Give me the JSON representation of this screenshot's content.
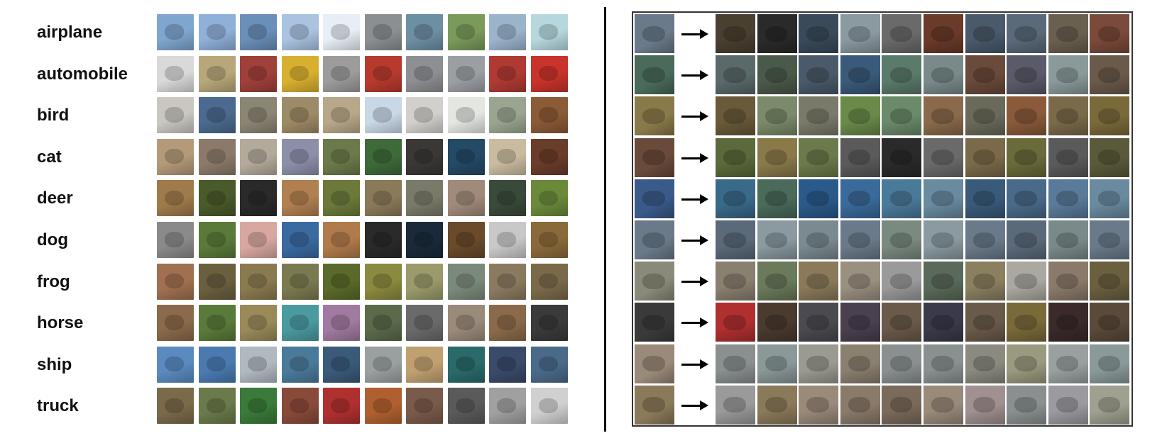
{
  "left_panel": {
    "classes": [
      "airplane",
      "automobile",
      "bird",
      "cat",
      "deer",
      "dog",
      "frog",
      "horse",
      "ship",
      "truck"
    ],
    "samples_per_class": 10,
    "palette": {
      "airplane": [
        "#7fa6cf",
        "#8fb0d8",
        "#6a8fb8",
        "#a9c3e0",
        "#e7eef5",
        "#8b8f92",
        "#6d8fa3",
        "#7a9a5b",
        "#9bb4cc",
        "#b7d7df"
      ],
      "automobile": [
        "#d9d9d9",
        "#b8a77a",
        "#a0403a",
        "#d8b030",
        "#9c9c9c",
        "#b83a2e",
        "#8d8f93",
        "#9b9fa3",
        "#b03a33",
        "#c8332b"
      ],
      "bird": [
        "#c9c7c0",
        "#4c6a8f",
        "#8b8574",
        "#9d8a66",
        "#b8a889",
        "#c9d8e6",
        "#d2d0cc",
        "#e4e6e2",
        "#9aa591",
        "#8b5a36"
      ],
      "cat": [
        "#b39a78",
        "#8b7a6a",
        "#b3aa9b",
        "#8c8fa8",
        "#6b7a4a",
        "#3e6a3a",
        "#3a3735",
        "#244a66",
        "#c9bba0",
        "#6a3c2a"
      ],
      "deer": [
        "#a07a4a",
        "#4a5a2a",
        "#2a2a2a",
        "#b08050",
        "#6b7a3a",
        "#8a7a5a",
        "#7a7a6a",
        "#a08a7a",
        "#3a4a3a",
        "#6a8a3a"
      ],
      "dog": [
        "#8a8a8a",
        "#5a7a3a",
        "#d8a8a0",
        "#3a6aa0",
        "#b07a4a",
        "#2a2a2a",
        "#1a2a3a",
        "#6a4a2a",
        "#c8c8c8",
        "#8a6a3a"
      ],
      "frog": [
        "#a07050",
        "#6a6040",
        "#8a7a50",
        "#7a7a50",
        "#5a6a2a",
        "#8a8a40",
        "#9a9a6a",
        "#7a8a7a",
        "#8a7a60",
        "#7a6a4a"
      ],
      "horse": [
        "#8a6a4a",
        "#5a7a3a",
        "#9a8a5a",
        "#4a9aa0",
        "#a07aa0",
        "#5a6a4a",
        "#6a6a6a",
        "#9a8a7a",
        "#8a6a4a",
        "#3a3a3a"
      ],
      "ship": [
        "#5a8ac0",
        "#4a7ab0",
        "#b0b8c0",
        "#4a7a9a",
        "#3a5a7a",
        "#9aa0a0",
        "#c0a070",
        "#2a6a6a",
        "#3a4a6a",
        "#4a6a8a"
      ],
      "truck": [
        "#7a6a4a",
        "#6a7a4a",
        "#3a7a3a",
        "#8a4a3a",
        "#b03030",
        "#b06030",
        "#7a5a4a",
        "#5a5a5a",
        "#a0a0a0",
        "#d0d0d0"
      ]
    }
  },
  "right_panel": {
    "rows": 10,
    "outputs_per_row": 10,
    "palette": [
      {
        "input": "#6a7a8a",
        "outputs": [
          "#4a4030",
          "#2a2a2a",
          "#3a4a5a",
          "#8a9aa0",
          "#6a6a6a",
          "#6a3a2a",
          "#4a5a6a",
          "#5a6a7a",
          "#6a6050",
          "#7a4a3a"
        ]
      },
      {
        "input": "#4a6a5a",
        "outputs": [
          "#5a6a6a",
          "#4a5a4a",
          "#4a5a6a",
          "#3a5a7a",
          "#5a7a6a",
          "#7a8a8a",
          "#6a4a3a",
          "#5a5a6a",
          "#8a9a9a",
          "#6a5a4a"
        ]
      },
      {
        "input": "#8a7a4a",
        "outputs": [
          "#6a5a3a",
          "#7a8a6a",
          "#7a7a6a",
          "#6a8a4a",
          "#6a8a6a",
          "#8a6a4a",
          "#6a6a5a",
          "#8a5a3a",
          "#7a6a4a",
          "#7a6a3a"
        ]
      },
      {
        "input": "#6a4a3a",
        "outputs": [
          "#5a6a3a",
          "#8a7a4a",
          "#6a7a4a",
          "#5a5a5a",
          "#2a2a2a",
          "#6a6a6a",
          "#7a6a4a",
          "#6a6a3a",
          "#5a5a5a",
          "#5a5a3a"
        ]
      },
      {
        "input": "#3a5a8a",
        "outputs": [
          "#3a6a8a",
          "#4a6a5a",
          "#2a5a8a",
          "#3a6a9a",
          "#4a7a9a",
          "#6a8aa0",
          "#3a5a7a",
          "#4a6a8a",
          "#5a7a9a",
          "#6a8aa0"
        ]
      },
      {
        "input": "#6a7a8a",
        "outputs": [
          "#5a6a7a",
          "#8a9aa0",
          "#7a8a90",
          "#6a7a8a",
          "#7a8a80",
          "#8a9aa0",
          "#6a7a8a",
          "#5a6a7a",
          "#7a8a8a",
          "#6a7a8a"
        ]
      },
      {
        "input": "#8a8a7a",
        "outputs": [
          "#8a8070",
          "#6a7a5a",
          "#8a7a5a",
          "#9a9080",
          "#9a9a9a",
          "#5a6a5a",
          "#8a8060",
          "#aaa8a0",
          "#8a7a6a",
          "#6a6040"
        ]
      },
      {
        "input": "#3a3a3a",
        "outputs": [
          "#b03030",
          "#4a3a30",
          "#4a4a50",
          "#4a4050",
          "#6a5a4a",
          "#3a3a4a",
          "#6a5a4a",
          "#7a6a3a",
          "#3a2a2a",
          "#5a4a3a"
        ]
      },
      {
        "input": "#9a8a7a",
        "outputs": [
          "#8a9090",
          "#8a9898",
          "#9a9a90",
          "#8a8070",
          "#8a9090",
          "#8a9090",
          "#8a8a80",
          "#9a9a80",
          "#9aa0a0",
          "#8a9a9a"
        ]
      },
      {
        "input": "#8a7a5a",
        "outputs": [
          "#9a9a9a",
          "#8a7a5a",
          "#9a8a7a",
          "#8a7a6a",
          "#7a6a5a",
          "#9a8a7a",
          "#a09090",
          "#8a9090",
          "#9a9aa0",
          "#a0a090"
        ]
      }
    ]
  }
}
